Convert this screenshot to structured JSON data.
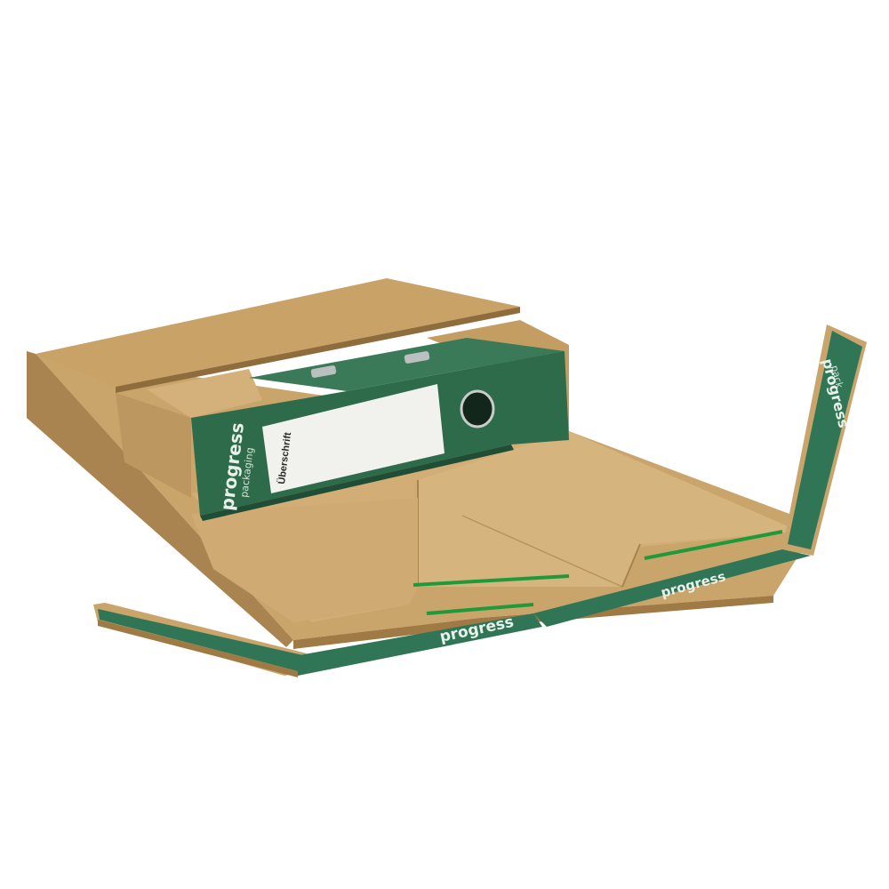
{
  "colors": {
    "background": "#ffffff",
    "cardboard": "#c9a46b",
    "cardboard_light": "#d9b985",
    "cardboard_dark": "#a8834f",
    "cardboard_shadow": "#8f6c3c",
    "binder_green": "#2e6b4a",
    "binder_green_dark": "#1f4d35",
    "strip_green": "#2f7556",
    "adhesive_green": "#1f9a3a",
    "label_white": "#f1f1ee"
  },
  "binder": {
    "brand": "progress",
    "brand_sub": "packaging",
    "label_title": "Überschrift"
  },
  "strips": {
    "left_brand": "progress",
    "right_brand": "progress",
    "right_brand_sub": "pack"
  }
}
